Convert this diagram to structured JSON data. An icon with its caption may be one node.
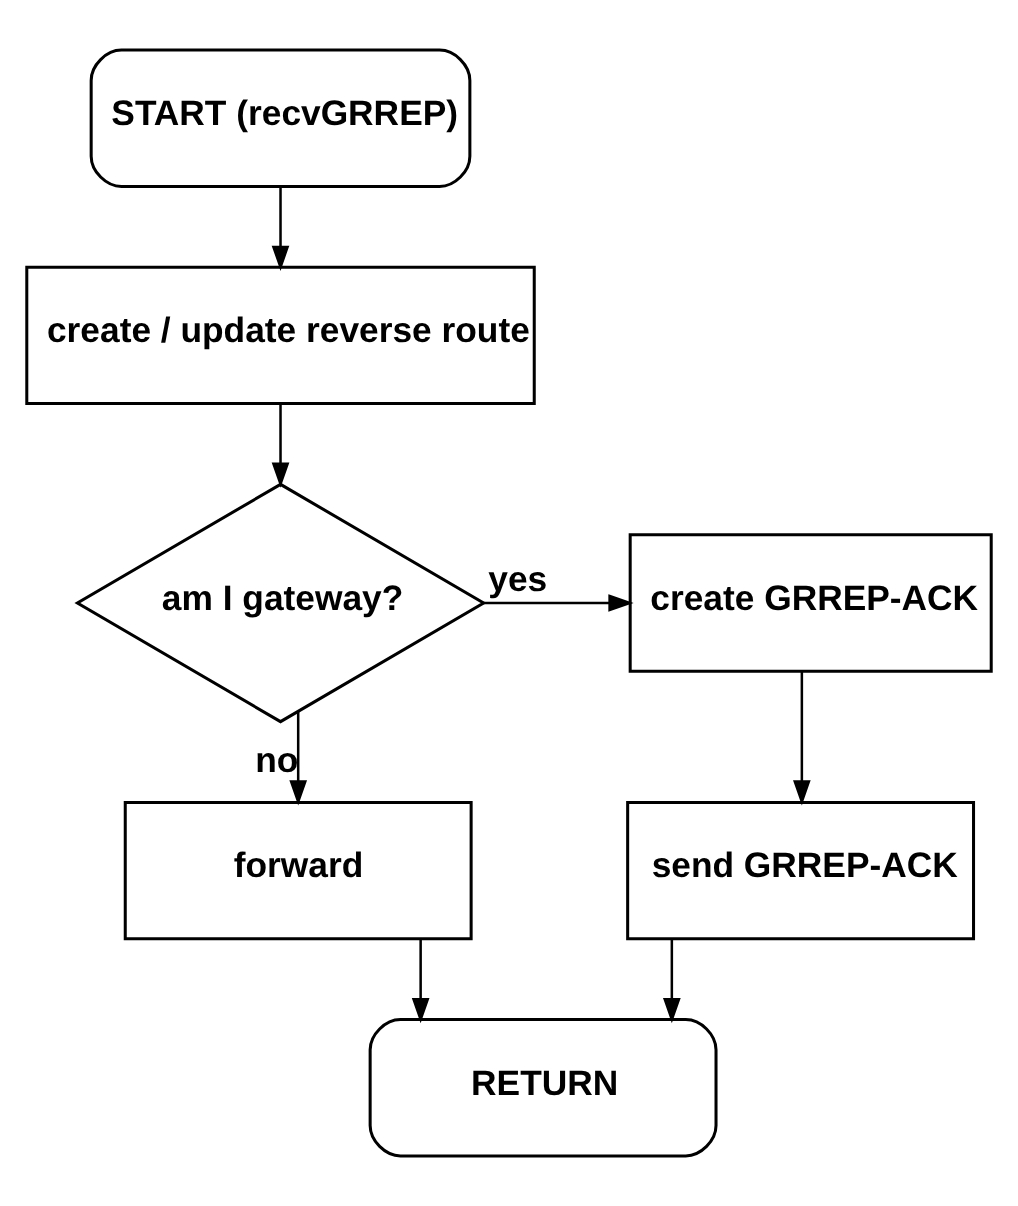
{
  "diagram": {
    "nodes": [
      {
        "text": [
          "START (recvGRREP)"
        ]
      },
      {
        "text": [
          "create / update reverse route"
        ]
      },
      {
        "text": [
          "am I gateway?"
        ]
      },
      {
        "text": [
          "create GRREP-ACK"
        ]
      },
      {
        "text": [
          "forward"
        ]
      },
      {
        "text": [
          "send GRREP-ACK"
        ]
      },
      {
        "text": [
          "RETURN"
        ]
      }
    ],
    "edges": [
      {
        "from": 0,
        "to": 1,
        "arrow": "to"
      },
      {
        "from": 1,
        "to": 2,
        "arrow": "to"
      },
      {
        "from": 2,
        "to": 3,
        "arrow": "to",
        "label": "yes"
      },
      {
        "from": 2,
        "to": 4,
        "arrow": "to",
        "label": "no"
      },
      {
        "from": 3,
        "to": 5,
        "arrow": "to"
      },
      {
        "from": 4,
        "to": 6,
        "arrow": "to"
      },
      {
        "from": 5,
        "to": 6,
        "arrow": "to"
      }
    ]
  }
}
